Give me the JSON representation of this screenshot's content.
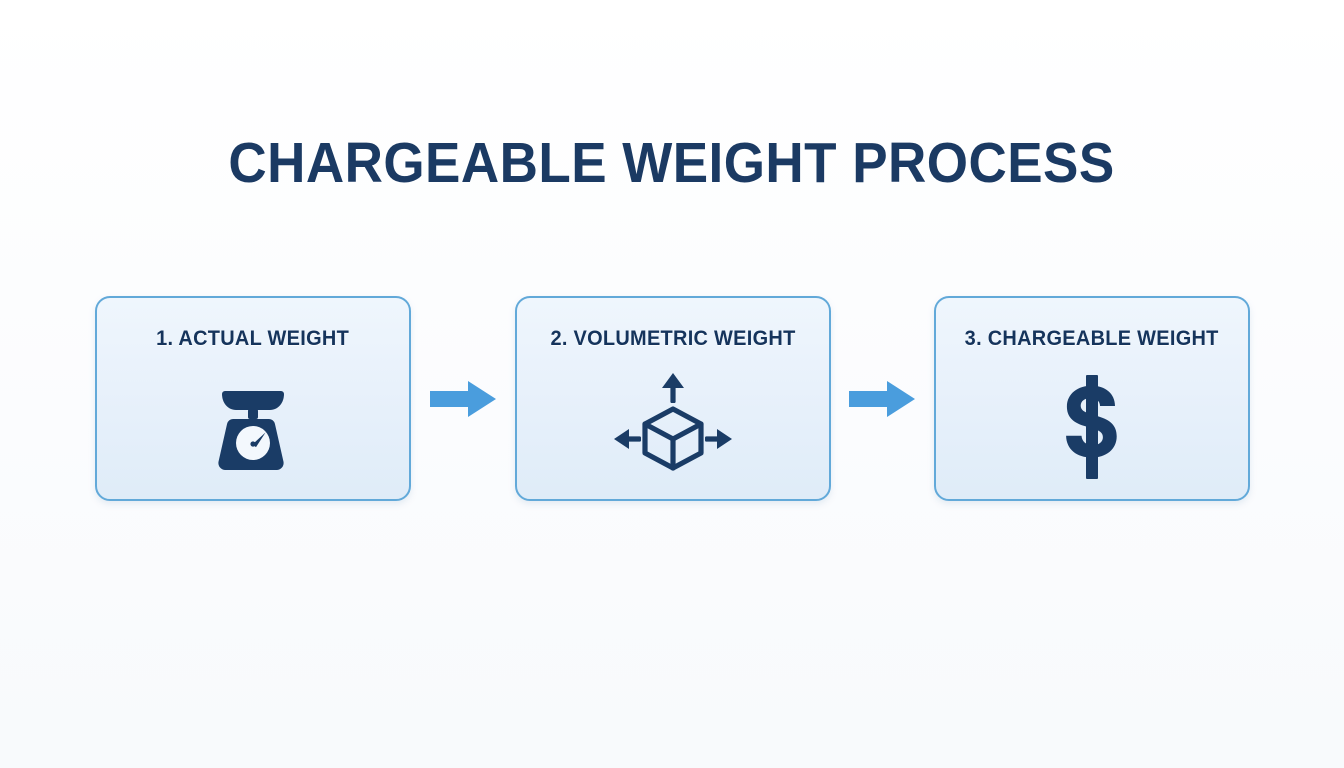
{
  "page": {
    "title": "CHARGEABLE WEIGHT PROCESS",
    "background_color": "#fcfdfe"
  },
  "theme": {
    "navy": "#1b3a63",
    "label_navy": "#15345c",
    "icon_navy": "#1a3c66",
    "card_border": "#62a9d9",
    "card_fill_top": "#eff6fd",
    "card_fill_bottom": "#dfecf8",
    "arrow_blue": "#4a9ddd"
  },
  "flow": {
    "steps": [
      {
        "label": "1. ACTUAL WEIGHT",
        "icon": "weighing-scale-icon",
        "step_number": "1"
      },
      {
        "label": "2. VOLUMETRIC WEIGHT",
        "icon": "dimensional-cube-icon",
        "step_number": "2"
      },
      {
        "label": "3. CHARGEABLE WEIGHT",
        "icon": "dollar-sign-icon",
        "step_number": "3"
      }
    ],
    "connectors": [
      {
        "icon": "arrow-right-icon"
      },
      {
        "icon": "arrow-right-icon"
      }
    ]
  }
}
